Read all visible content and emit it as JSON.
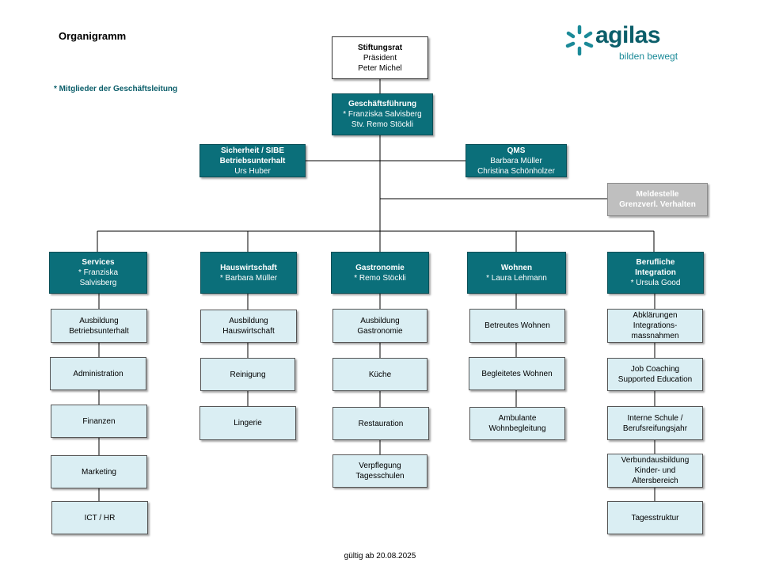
{
  "title": "Organigramm",
  "legend": "* Mitglieder der Geschäftsleitung",
  "footer": "gültig ab 20.08.2025",
  "logo": {
    "word": "agilas",
    "tagline": "bilden bewegt",
    "icon": "agilas-star-logo-icon",
    "color": "#0b5e6a",
    "accent": "#1b8a98"
  },
  "colors": {
    "teal": "#0b6f7a",
    "light": "#daeef3",
    "grey": "#bfbfbf"
  },
  "board": {
    "title": "Stiftungsrat",
    "line1": "Präsident",
    "line2": "Peter Michel"
  },
  "management": {
    "title": "Geschäftsführung",
    "line1": "* Franziska Salvisberg",
    "line2": "Stv. Remo Stöckli"
  },
  "safety": {
    "title": "Sicherheit / SIBE",
    "line1": "Betriebsunterhalt",
    "line2": "Urs Huber"
  },
  "qms": {
    "title": "QMS",
    "line1": "Barbara Müller",
    "line2": "Christina Schönholzer"
  },
  "reporting": {
    "line1": "Meldestelle",
    "line2": "Grenzverl. Verhalten"
  },
  "departments": [
    {
      "title": "Services",
      "lead1": "* Franziska",
      "lead2": "Salvisberg",
      "units": [
        [
          "Ausbildung",
          "Betriebsunterhalt"
        ],
        [
          "Administration"
        ],
        [
          "Finanzen"
        ],
        [
          "Marketing"
        ],
        [
          "ICT  / HR"
        ]
      ]
    },
    {
      "title": "Hauswirtschaft",
      "lead1": "* Barbara Müller",
      "lead2": "",
      "units": [
        [
          "Ausbildung",
          "Hauswirtschaft"
        ],
        [
          "Reinigung"
        ],
        [
          "Lingerie"
        ]
      ]
    },
    {
      "title": "Gastronomie",
      "lead1": "* Remo  Stöckli",
      "lead2": "",
      "units": [
        [
          "Ausbildung",
          "Gastronomie"
        ],
        [
          "Küche"
        ],
        [
          "Restauration"
        ],
        [
          "Verpflegung",
          "Tagesschulen"
        ]
      ]
    },
    {
      "title": "Wohnen",
      "lead1": "* Laura Lehmann",
      "lead2": "",
      "units": [
        [
          "Betreutes Wohnen"
        ],
        [
          "Begleitetes Wohnen"
        ],
        [
          "Ambulante",
          "Wohnbegleitung"
        ]
      ]
    },
    {
      "title": "Berufliche",
      "title2": "Integration",
      "lead1": "* Ursula Good",
      "lead2": "",
      "units": [
        [
          "Abklärungen",
          "Integrations-",
          "massnahmen"
        ],
        [
          "Job Coaching",
          "Supported Education"
        ],
        [
          "Interne Schule /",
          "Berufsreifungsjahr"
        ],
        [
          "Verbundausbildung",
          "Kinder- und",
          "Altersbereich"
        ],
        [
          "Tagesstruktur"
        ]
      ]
    }
  ]
}
